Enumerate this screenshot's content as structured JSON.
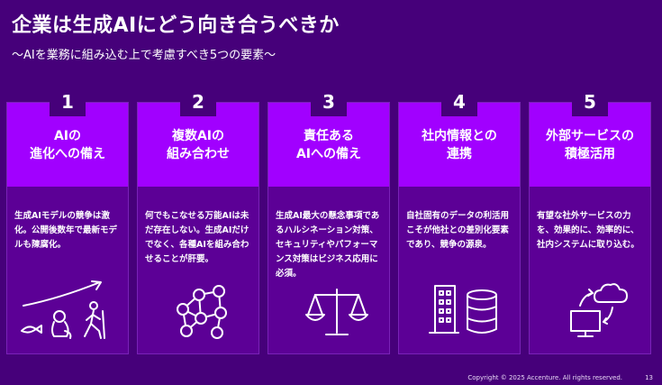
{
  "slide": {
    "title": "企業は生成AIにどう向き合うべきか",
    "subtitle": "～AIを業務に組み込む上で考慮すべき5つの要素～"
  },
  "cards": [
    {
      "number": "1",
      "heading": "AIの\n進化への備え",
      "body": "生成AIモデルの競争は激化。公開後数年で最新モデルも陳腐化。",
      "icon": "evolution-icon"
    },
    {
      "number": "2",
      "heading": "複数AIの\n組み合わせ",
      "body": "何でもこなせる万能AIは未だ存在しない。生成AIだけでなく、各種AIを組み合わせることが肝要。",
      "icon": "network-icon"
    },
    {
      "number": "3",
      "heading": "責任ある\nAIへの備え",
      "body": "生成AI最大の懸念事項であるハルシネーション対策、セキュリティやパフォーマンス対策はビジネス応用に必須。",
      "icon": "scale-icon"
    },
    {
      "number": "4",
      "heading": "社内情報との\n連携",
      "body": "自社固有のデータの利活用こそが他社との差別化要素であり、競争の源泉。",
      "icon": "building-database-icon"
    },
    {
      "number": "5",
      "heading": "外部サービスの\n積極活用",
      "body": "有望な社外サービスの力を、効果的に、効率的に、社内システムに取り込む。",
      "icon": "cloud-monitor-icon"
    }
  ],
  "footer": {
    "copyright": "Copyright © 2025 Accenture. All rights reserved.",
    "page": "13"
  },
  "colors": {
    "background": "#46007a",
    "card_header": "#a100ff",
    "card_body": "#5c0096"
  }
}
